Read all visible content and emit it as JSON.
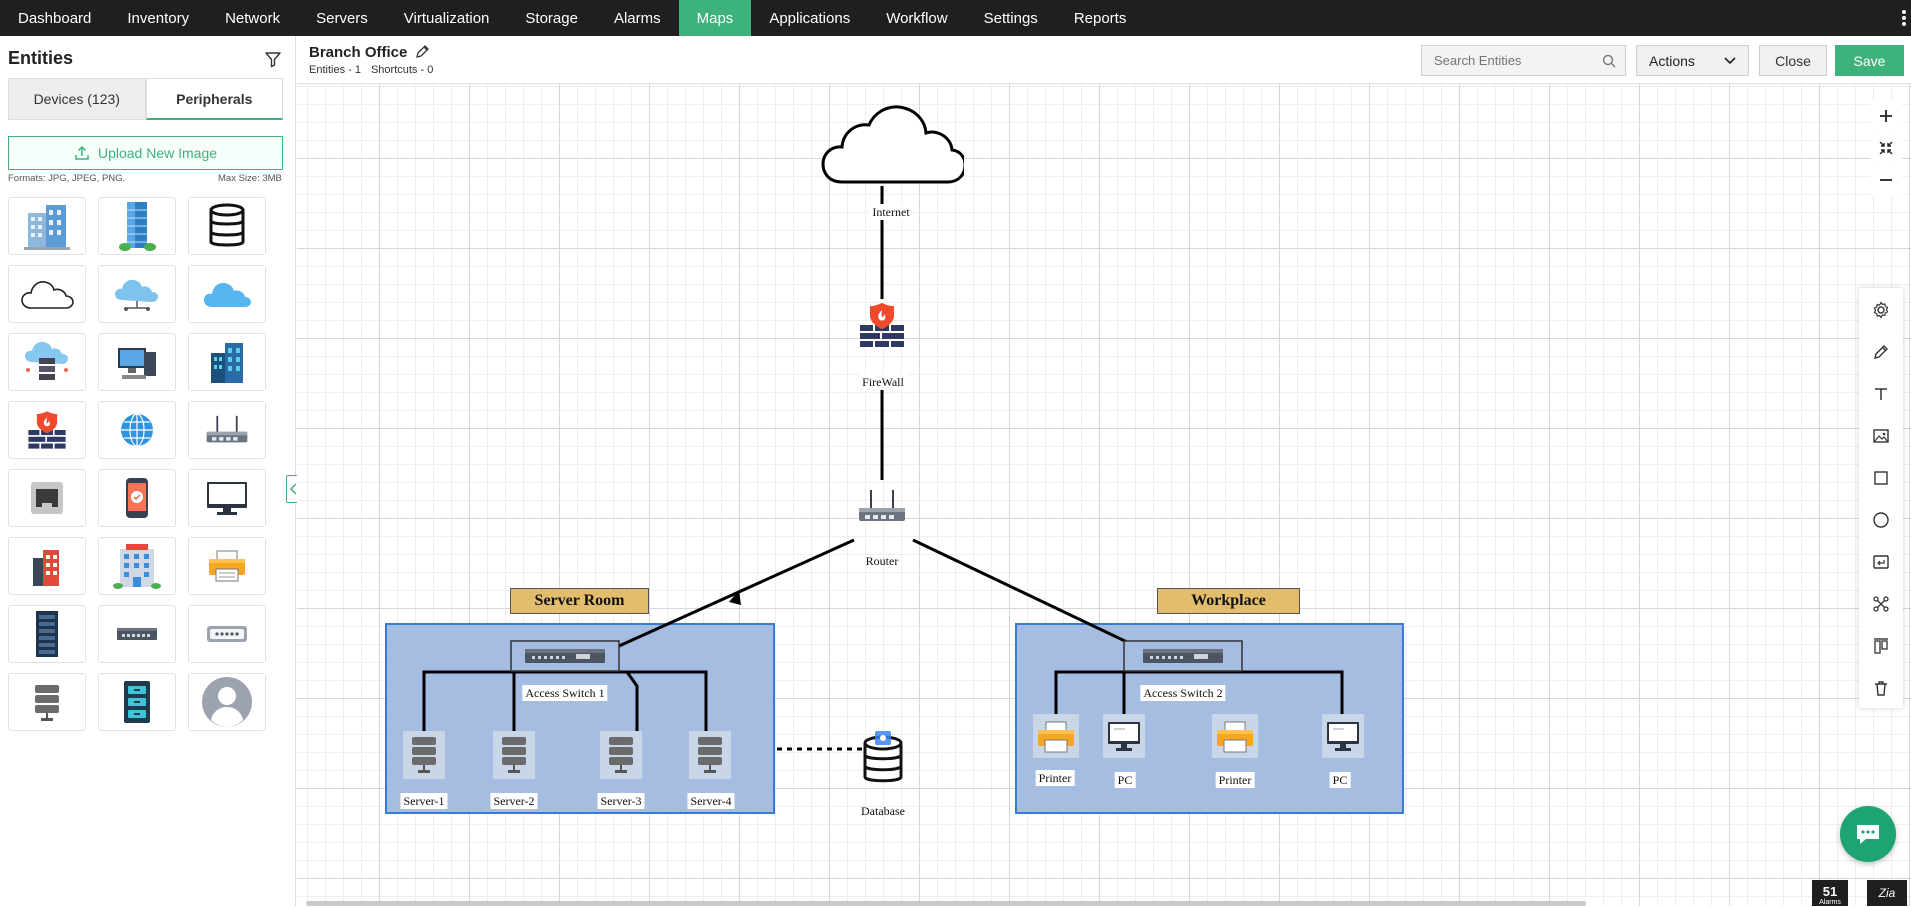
{
  "nav": {
    "items": [
      "Dashboard",
      "Inventory",
      "Network",
      "Servers",
      "Virtualization",
      "Storage",
      "Alarms",
      "Maps",
      "Applications",
      "Workflow",
      "Settings",
      "Reports"
    ],
    "active": "Maps",
    "accent": "#3db27a"
  },
  "sidebar": {
    "title": "Entities",
    "tabs": [
      {
        "label": "Devices (123)",
        "active": false
      },
      {
        "label": "Peripherals",
        "active": true
      }
    ],
    "upload_label": "Upload New Image",
    "formats_hint": "Formats: JPG, JPEG, PNG.",
    "size_hint": "Max Size: 3MB",
    "images": [
      "office-building",
      "skyscraper",
      "database",
      "cloud-outline",
      "cloud-network",
      "cloud-blue",
      "cloud-server",
      "workstation",
      "building-blue",
      "firewall",
      "globe",
      "router",
      "network-port",
      "mobile-device",
      "monitor",
      "building-red",
      "hotel-building",
      "printer",
      "server-rack",
      "switch",
      "patch-panel",
      "server-stack",
      "storage-cabinet",
      "user-avatar"
    ]
  },
  "header": {
    "map_title": "Branch Office",
    "entities": "Entities - 1",
    "shortcuts": "Shortcuts - 0",
    "search_placeholder": "Search Entities",
    "actions_label": "Actions",
    "close_label": "Close",
    "save_label": "Save"
  },
  "map": {
    "zones": [
      {
        "name": "Server Room",
        "fill": "#a4bde0",
        "border": "#3b7ad3",
        "label_fill": "#e2bd6c"
      },
      {
        "name": "Workplace",
        "fill": "#a4bde0",
        "border": "#3b7ad3",
        "label_fill": "#e2bd6c"
      }
    ],
    "nodes": {
      "internet": "Internet",
      "firewall": "FireWall",
      "router": "Router",
      "access_switch_1": "Access Switch 1",
      "access_switch_2": "Access Switch 2",
      "server_1": "Server-1",
      "server_2": "Server-2",
      "server_3": "Server-3",
      "server_4": "Server-4",
      "database": "Database",
      "printer_1": "Printer",
      "pc_1": "PC",
      "printer_2": "Printer",
      "pc_2": "PC"
    }
  },
  "zoom_controls": [
    "zoom-in-icon",
    "fit-screen-icon",
    "zoom-out-icon"
  ],
  "tools": [
    "settings-icon",
    "pencil-icon",
    "text-icon",
    "image-icon",
    "square-icon",
    "circle-icon",
    "label-icon",
    "connect-icon",
    "align-icon",
    "trash-icon"
  ],
  "footer": {
    "alarms_count": "51",
    "alarms_label": "Alarms",
    "zia_label": "Zia"
  }
}
